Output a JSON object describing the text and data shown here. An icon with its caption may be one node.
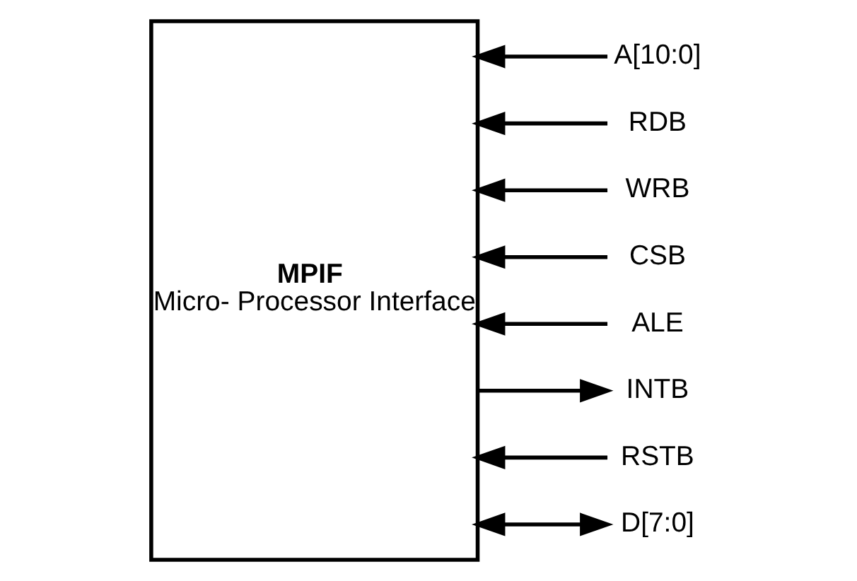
{
  "diagram": {
    "nodes": [
      {
        "text": [
          "MPIF",
          "Micro- Processor Interface"
        ]
      },
      {
        "text": [
          "A[10:0]"
        ]
      },
      {
        "text": [
          "RDB"
        ]
      },
      {
        "text": [
          "WRB"
        ]
      },
      {
        "text": [
          "CSB"
        ]
      },
      {
        "text": [
          "ALE"
        ]
      },
      {
        "text": [
          "INTB"
        ]
      },
      {
        "text": [
          "RSTB"
        ]
      },
      {
        "text": [
          "D[7:0]"
        ]
      }
    ],
    "edges": [
      {
        "from": 1,
        "to": 0,
        "arrow": "to"
      },
      {
        "from": 2,
        "to": 0,
        "arrow": "to"
      },
      {
        "from": 3,
        "to": 0,
        "arrow": "to"
      },
      {
        "from": 4,
        "to": 0,
        "arrow": "to"
      },
      {
        "from": 5,
        "to": 0,
        "arrow": "to"
      },
      {
        "from": 0,
        "to": 6,
        "arrow": "to"
      },
      {
        "from": 7,
        "to": 0,
        "arrow": "to"
      },
      {
        "from": 0,
        "to": 8,
        "arrow": "both"
      }
    ]
  }
}
